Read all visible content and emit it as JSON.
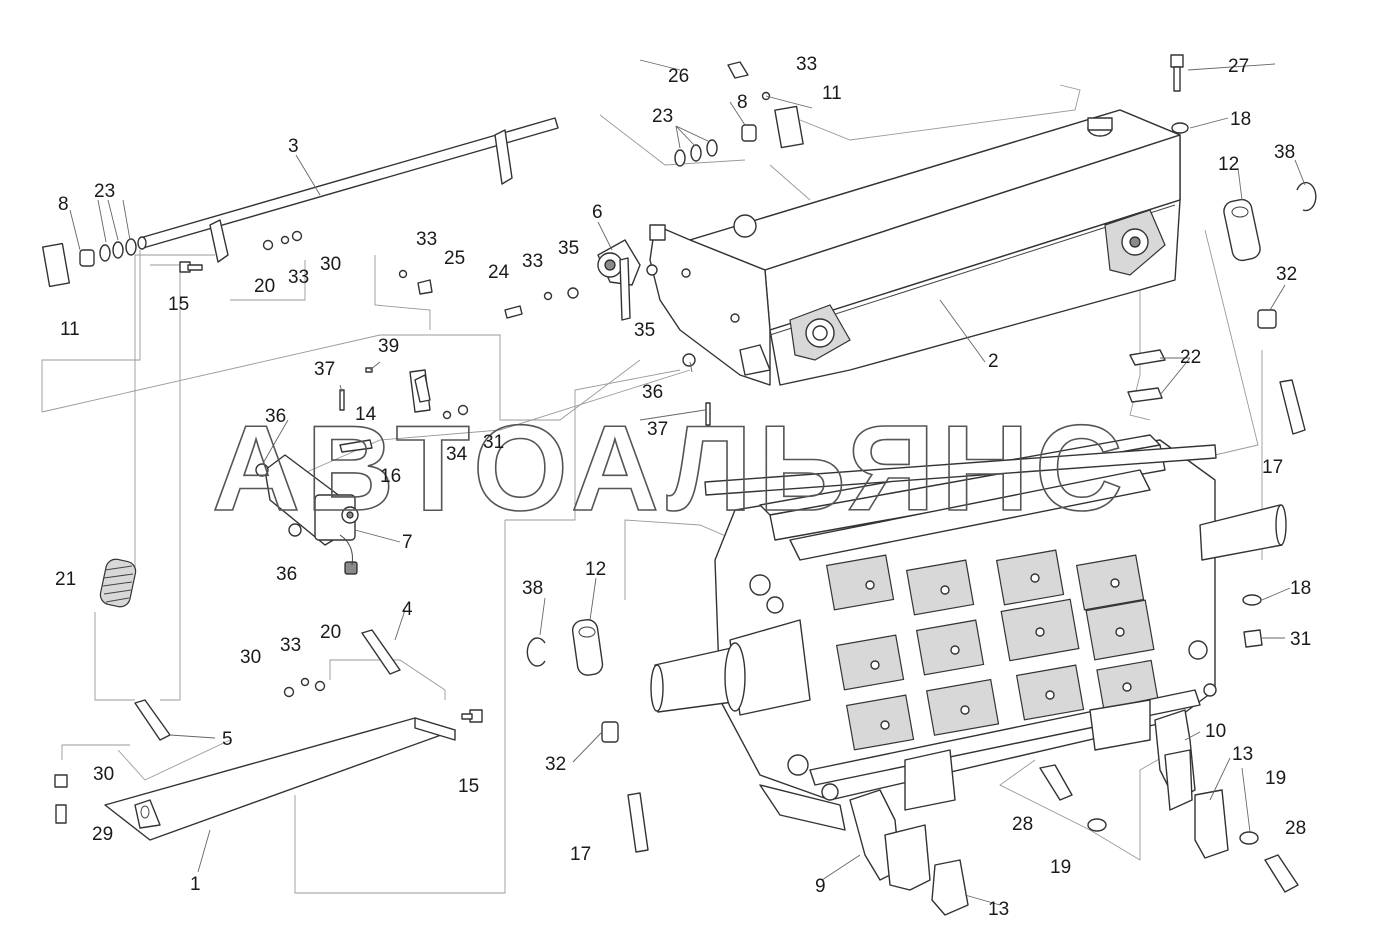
{
  "watermark": {
    "text": "АВТОАЛЬЯНС"
  },
  "callouts": {
    "c1": "1",
    "c2": "2",
    "c3": "3",
    "c4": "4",
    "c5": "5",
    "c6": "6",
    "c7": "7",
    "c8a": "8",
    "c8b": "8",
    "c9": "9",
    "c10": "10",
    "c11a": "11",
    "c11b": "11",
    "c12a": "12",
    "c12b": "12",
    "c13a": "13",
    "c13b": "13",
    "c14": "14",
    "c15a": "15",
    "c15b": "15",
    "c16": "16",
    "c17a": "17",
    "c17b": "17",
    "c18a": "18",
    "c18b": "18",
    "c19a": "19",
    "c19b": "19",
    "c20a": "20",
    "c20b": "20",
    "c21": "21",
    "c22": "22",
    "c23a": "23",
    "c23b": "23",
    "c24": "24",
    "c25": "25",
    "c26": "26",
    "c27": "27",
    "c28a": "28",
    "c28b": "28",
    "c29": "29",
    "c30a": "30",
    "c30b": "30",
    "c30c": "30",
    "c31a": "31",
    "c31b": "31",
    "c32a": "32",
    "c32b": "32",
    "c33a": "33",
    "c33b": "33",
    "c33c": "33",
    "c33d": "33",
    "c33e": "33",
    "c34": "34",
    "c35a": "35",
    "c35b": "35",
    "c36a": "36",
    "c36b": "36",
    "c36c": "36",
    "c37a": "37",
    "c37b": "37",
    "c38a": "38",
    "c38b": "38",
    "c39": "39"
  }
}
